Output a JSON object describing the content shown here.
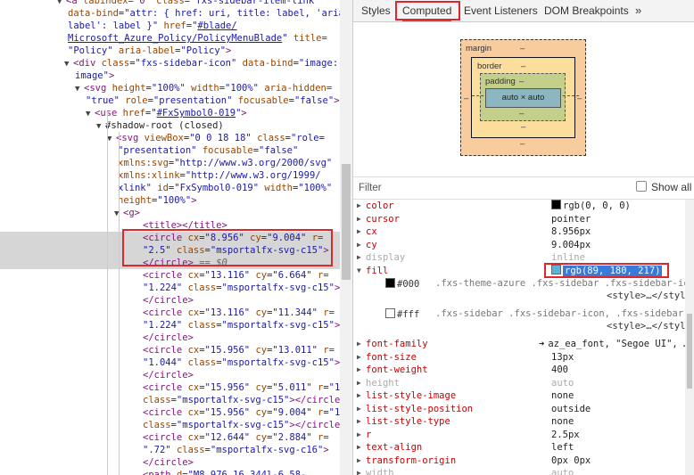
{
  "dom_lines": [
    {
      "seg": [
        {
          "t": "<a ",
          "c": "tag"
        },
        {
          "t": "tabindex",
          "c": "an"
        },
        {
          "t": "=\"0\" ",
          "c": "tag"
        },
        {
          "t": "class",
          "c": "an"
        },
        {
          "t": "=\"fxs-sidebar-item-link\"",
          "c": "av"
        }
      ]
    },
    {
      "seg": [
        {
          "t": "data-bind",
          "c": "an"
        },
        {
          "t": "=\"attr: { href: uri, title: label, 'aria-",
          "c": "av"
        }
      ]
    },
    {
      "seg": [
        {
          "t": "label': label }\" ",
          "c": "av"
        },
        {
          "t": "href",
          "c": "an"
        },
        {
          "t": "=\"",
          "c": "av"
        },
        {
          "t": "#blade/",
          "c": "link"
        }
      ]
    },
    {
      "seg": [
        {
          "t": "Microsoft_Azure_Policy/PolicyMenuBlade",
          "c": "link"
        },
        {
          "t": "\" ",
          "c": "av"
        },
        {
          "t": "title",
          "c": "an"
        },
        {
          "t": "=",
          "c": "tag"
        }
      ]
    },
    {
      "seg": [
        {
          "t": "\"Policy\" ",
          "c": "av"
        },
        {
          "t": "aria-label",
          "c": "an"
        },
        {
          "t": "=\"Policy\"",
          "c": "av"
        },
        {
          "t": ">",
          "c": "tag"
        }
      ]
    },
    {
      "seg": [
        {
          "t": "<div ",
          "c": "tag"
        },
        {
          "t": "class",
          "c": "an"
        },
        {
          "t": "=\"fxs-sidebar-icon\" ",
          "c": "av"
        },
        {
          "t": "data-bind",
          "c": "an"
        },
        {
          "t": "=\"image:",
          "c": "av"
        }
      ]
    },
    {
      "seg": [
        {
          "t": "image\"",
          "c": "av"
        },
        {
          "t": ">",
          "c": "tag"
        }
      ]
    },
    {
      "seg": [
        {
          "t": "<svg ",
          "c": "tag"
        },
        {
          "t": "height",
          "c": "an"
        },
        {
          "t": "=\"100%\" ",
          "c": "av"
        },
        {
          "t": "width",
          "c": "an"
        },
        {
          "t": "=\"100%\" ",
          "c": "av"
        },
        {
          "t": "aria-hidden",
          "c": "an"
        },
        {
          "t": "=",
          "c": "tag"
        }
      ]
    },
    {
      "seg": [
        {
          "t": "\"true\" ",
          "c": "av"
        },
        {
          "t": "role",
          "c": "an"
        },
        {
          "t": "=\"presentation\" ",
          "c": "av"
        },
        {
          "t": "focusable",
          "c": "an"
        },
        {
          "t": "=\"false\"",
          "c": "av"
        },
        {
          "t": ">",
          "c": "tag"
        }
      ]
    },
    {
      "seg": [
        {
          "t": "<use ",
          "c": "tag"
        },
        {
          "t": "href",
          "c": "an"
        },
        {
          "t": "=\"",
          "c": "av"
        },
        {
          "t": "#FxSymbol0-019",
          "c": "link"
        },
        {
          "t": "\"",
          "c": "av"
        },
        {
          "t": ">",
          "c": "tag"
        }
      ]
    },
    {
      "seg": [
        {
          "t": "#shadow-root (closed)",
          "c": "plain"
        }
      ]
    },
    {
      "seg": [
        {
          "t": "<svg ",
          "c": "tag"
        },
        {
          "t": "viewBox",
          "c": "an"
        },
        {
          "t": "=\"0 0 18 18\" ",
          "c": "av"
        },
        {
          "t": "class",
          "c": "an"
        },
        {
          "t": "=\"",
          "c": "av"
        },
        {
          "t": "role=",
          "c": "av"
        }
      ]
    },
    {
      "seg": [
        {
          "t": "\"presentation\" ",
          "c": "av"
        },
        {
          "t": "focusable",
          "c": "an"
        },
        {
          "t": "=\"false\"",
          "c": "av"
        }
      ]
    },
    {
      "seg": [
        {
          "t": "xmlns:svg",
          "c": "an"
        },
        {
          "t": "=\"http://www.w3.org/2000/svg\"",
          "c": "av"
        }
      ]
    },
    {
      "seg": [
        {
          "t": "xmlns:xlink",
          "c": "an"
        },
        {
          "t": "=\"http://www.w3.org/1999/",
          "c": "av"
        }
      ]
    },
    {
      "seg": [
        {
          "t": "xlink\" ",
          "c": "av"
        },
        {
          "t": "id",
          "c": "an"
        },
        {
          "t": "=\"FxSymbol0-019\" ",
          "c": "av"
        },
        {
          "t": "width",
          "c": "an"
        },
        {
          "t": "=\"100%\"",
          "c": "av"
        }
      ]
    },
    {
      "seg": [
        {
          "t": "height",
          "c": "an"
        },
        {
          "t": "=\"100%\"",
          "c": "av"
        },
        {
          "t": ">",
          "c": "tag"
        }
      ]
    },
    {
      "seg": [
        {
          "t": "<g>",
          "c": "tag"
        }
      ]
    },
    {
      "seg": [
        {
          "t": "<title></title>",
          "c": "tag"
        }
      ]
    },
    {
      "seg": [
        {
          "t": "<circle ",
          "c": "tag"
        },
        {
          "t": "cx",
          "c": "an"
        },
        {
          "t": "=\"8.956\" ",
          "c": "av"
        },
        {
          "t": "cy",
          "c": "an"
        },
        {
          "t": "=\"9.004\" ",
          "c": "av"
        },
        {
          "t": "r",
          "c": "an"
        },
        {
          "t": "=",
          "c": "tag"
        }
      ]
    },
    {
      "seg": [
        {
          "t": "\"2.5\" ",
          "c": "av"
        },
        {
          "t": "class",
          "c": "an"
        },
        {
          "t": "=\"msportalfx-svg-c15\"",
          "c": "av"
        },
        {
          "t": ">",
          "c": "tag"
        }
      ]
    },
    {
      "seg": [
        {
          "t": "</circle>",
          "c": "tag"
        },
        {
          "t": " == ",
          "c": "gray"
        },
        {
          "t": "$0",
          "c": "gray ital"
        }
      ]
    },
    {
      "seg": [
        {
          "t": "<circle ",
          "c": "tag"
        },
        {
          "t": "cx",
          "c": "an"
        },
        {
          "t": "=\"13.116\" ",
          "c": "av"
        },
        {
          "t": "cy",
          "c": "an"
        },
        {
          "t": "=\"6.664\" ",
          "c": "av"
        },
        {
          "t": "r",
          "c": "an"
        },
        {
          "t": "=",
          "c": "tag"
        }
      ]
    },
    {
      "seg": [
        {
          "t": "\"1.224\" ",
          "c": "av"
        },
        {
          "t": "class",
          "c": "an"
        },
        {
          "t": "=\"msportalfx-svg-c15\"",
          "c": "av"
        },
        {
          "t": ">",
          "c": "tag"
        }
      ]
    },
    {
      "seg": [
        {
          "t": "</circle>",
          "c": "tag"
        }
      ]
    },
    {
      "seg": [
        {
          "t": "<circle ",
          "c": "tag"
        },
        {
          "t": "cx",
          "c": "an"
        },
        {
          "t": "=\"13.116\" ",
          "c": "av"
        },
        {
          "t": "cy",
          "c": "an"
        },
        {
          "t": "=\"11.344\" ",
          "c": "av"
        },
        {
          "t": "r",
          "c": "an"
        },
        {
          "t": "=",
          "c": "tag"
        }
      ]
    },
    {
      "seg": [
        {
          "t": "\"1.224\" ",
          "c": "av"
        },
        {
          "t": "class",
          "c": "an"
        },
        {
          "t": "=\"msportalfx-svg-c15\"",
          "c": "av"
        },
        {
          "t": ">",
          "c": "tag"
        }
      ]
    },
    {
      "seg": [
        {
          "t": "</circle>",
          "c": "tag"
        }
      ]
    },
    {
      "seg": [
        {
          "t": "<circle ",
          "c": "tag"
        },
        {
          "t": "cx",
          "c": "an"
        },
        {
          "t": "=\"15.956\" ",
          "c": "av"
        },
        {
          "t": "cy",
          "c": "an"
        },
        {
          "t": "=\"13.011\" ",
          "c": "av"
        },
        {
          "t": "r",
          "c": "an"
        },
        {
          "t": "=",
          "c": "tag"
        }
      ]
    },
    {
      "seg": [
        {
          "t": "\"1.044\" ",
          "c": "av"
        },
        {
          "t": "class",
          "c": "an"
        },
        {
          "t": "=\"msportalfx-svg-c15\"",
          "c": "av"
        },
        {
          "t": ">",
          "c": "tag"
        }
      ]
    },
    {
      "seg": [
        {
          "t": "</circle>",
          "c": "tag"
        }
      ]
    },
    {
      "seg": [
        {
          "t": "<circle ",
          "c": "tag"
        },
        {
          "t": "cx",
          "c": "an"
        },
        {
          "t": "=\"15.956\" ",
          "c": "av"
        },
        {
          "t": "cy",
          "c": "an"
        },
        {
          "t": "=\"5.011\" ",
          "c": "av"
        },
        {
          "t": "r",
          "c": "an"
        },
        {
          "t": "=\"1\"",
          "c": "av"
        }
      ]
    },
    {
      "seg": [
        {
          "t": "class",
          "c": "an"
        },
        {
          "t": "=\"msportalfx-svg-c15\"",
          "c": "av"
        },
        {
          "t": "></circle>",
          "c": "tag"
        }
      ]
    },
    {
      "seg": [
        {
          "t": "<circle ",
          "c": "tag"
        },
        {
          "t": "cx",
          "c": "an"
        },
        {
          "t": "=\"15.956\" ",
          "c": "av"
        },
        {
          "t": "cy",
          "c": "an"
        },
        {
          "t": "=\"9.004\" ",
          "c": "av"
        },
        {
          "t": "r",
          "c": "an"
        },
        {
          "t": "=\"1\"",
          "c": "av"
        }
      ]
    },
    {
      "seg": [
        {
          "t": "class",
          "c": "an"
        },
        {
          "t": "=\"msportalfx-svg-c15\"",
          "c": "av"
        },
        {
          "t": "></circle>",
          "c": "tag"
        }
      ]
    },
    {
      "seg": [
        {
          "t": "<circle ",
          "c": "tag"
        },
        {
          "t": "cx",
          "c": "an"
        },
        {
          "t": "=\"12.644\" ",
          "c": "av"
        },
        {
          "t": "cy",
          "c": "an"
        },
        {
          "t": "=\"2.884\" ",
          "c": "av"
        },
        {
          "t": "r",
          "c": "an"
        },
        {
          "t": "=",
          "c": "tag"
        }
      ]
    },
    {
      "seg": [
        {
          "t": "\".72\" ",
          "c": "av"
        },
        {
          "t": "class",
          "c": "an"
        },
        {
          "t": "=\"msportalfx-svg-c16\"",
          "c": "av"
        },
        {
          "t": ">",
          "c": "tag"
        }
      ]
    },
    {
      "seg": [
        {
          "t": "</circle>",
          "c": "tag"
        }
      ]
    },
    {
      "seg": [
        {
          "t": "<path ",
          "c": "tag"
        },
        {
          "t": "d",
          "c": "an"
        },
        {
          "t": "=\"M8.976 16.344l-6.58-",
          "c": "av"
        }
      ]
    }
  ],
  "tabs": {
    "styles": "Styles",
    "computed": "Computed",
    "event_listeners": "Event Listeners",
    "dom_breakpoints": "DOM Breakpoints",
    "more": "»"
  },
  "box_model": {
    "margin": "margin",
    "border": "border",
    "padding": "padding",
    "content": "auto × auto",
    "dash": "–"
  },
  "filter": {
    "placeholder": "Filter",
    "show_all": "Show all"
  },
  "properties": [
    {
      "name": "color",
      "value": "rgb(0, 0, 0)",
      "swatch": "#000000"
    },
    {
      "name": "cursor",
      "value": "pointer"
    },
    {
      "name": "cx",
      "value": "8.956px"
    },
    {
      "name": "cy",
      "value": "9.004px"
    },
    {
      "name": "display",
      "value": "inline",
      "inherited": true
    },
    {
      "name": "fill",
      "value": "rgb(89, 180, 217)",
      "swatch": "#59b4d9",
      "expanded": true,
      "selected": true,
      "traces": [
        {
          "swatch": "#000000",
          "value": "#000",
          "selector": ".fxs-theme-azure .fxs-sidebar .fxs-sidebar-ico…",
          "source": "<style>…</style>"
        },
        {
          "swatch": "#ffffff",
          "value": "#fff",
          "selector": ".fxs-sidebar .fxs-sidebar-icon, .fxs-sidebar-it…",
          "source": "<style>…</style>"
        }
      ]
    },
    {
      "name": "font-family",
      "value": "az_ea_font, \"Segoe UI\", …",
      "goto": true
    },
    {
      "name": "font-size",
      "value": "13px"
    },
    {
      "name": "font-weight",
      "value": "400"
    },
    {
      "name": "height",
      "value": "auto",
      "inherited": true
    },
    {
      "name": "list-style-image",
      "value": "none"
    },
    {
      "name": "list-style-position",
      "value": "outside"
    },
    {
      "name": "list-style-type",
      "value": "none"
    },
    {
      "name": "r",
      "value": "2.5px"
    },
    {
      "name": "text-align",
      "value": "left"
    },
    {
      "name": "transform-origin",
      "value": "0px 0px"
    },
    {
      "name": "width",
      "value": "auto",
      "inherited": true
    }
  ],
  "colors": {
    "highlight_red": "#e0262b",
    "selection_blue": "#3879d9"
  }
}
